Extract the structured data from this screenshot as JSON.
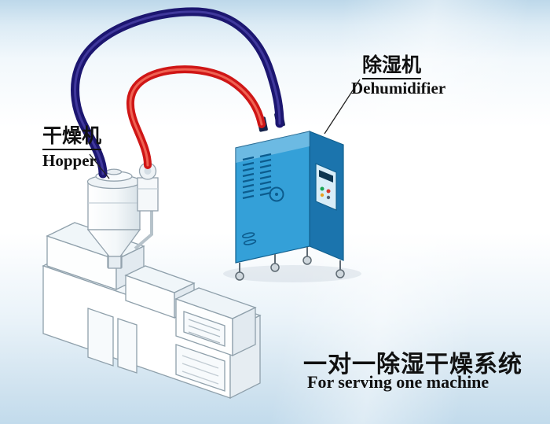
{
  "labels": {
    "dryer_cn": "干燥机",
    "dryer_en": "Hopper",
    "dehumidifier_cn": "除湿机",
    "dehumidifier_en": "Dehumidifier"
  },
  "caption": {
    "cn": "一对一除湿干燥系统",
    "en": "For serving one machine"
  },
  "colors": {
    "pipe_red": "#cf1616",
    "pipe_navy": "#1c1670",
    "cabinet_front": "#34a0d8",
    "cabinet_side": "#1b74ad",
    "cabinet_accent": "#0c5c8e",
    "background_top": "#bdd8ea",
    "text": "#111111"
  }
}
